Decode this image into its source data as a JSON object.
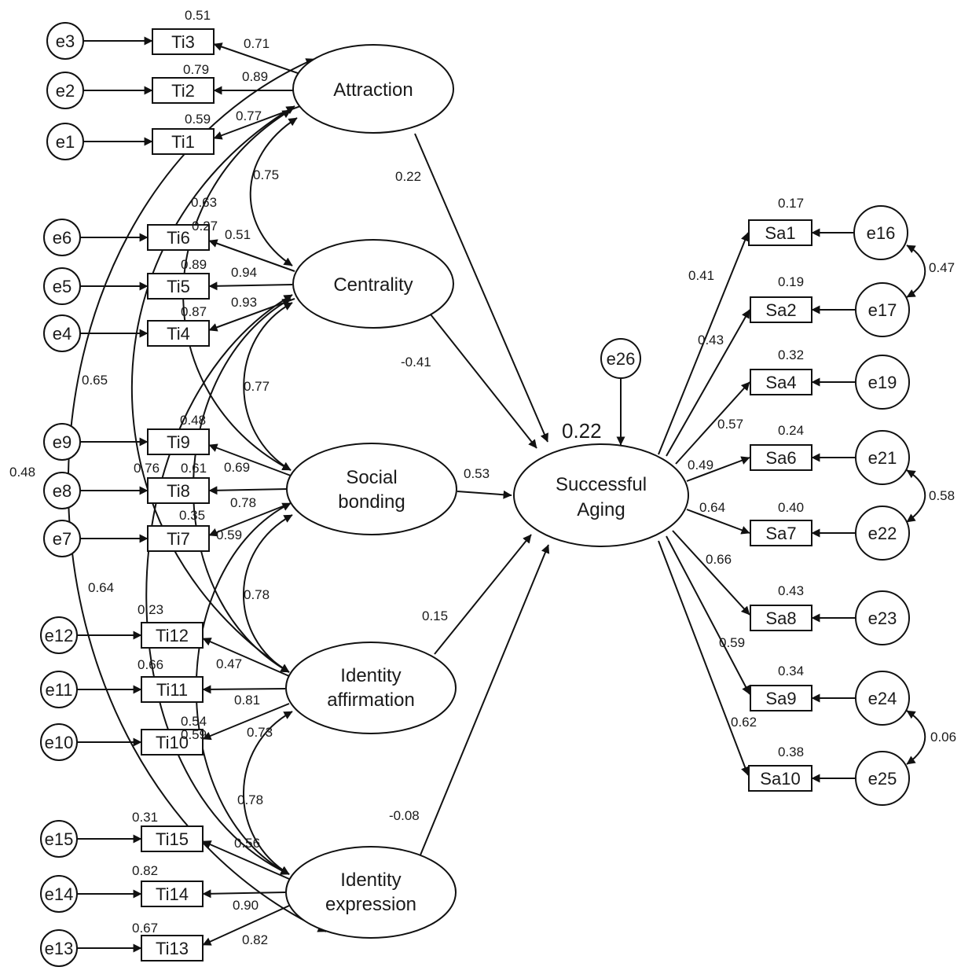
{
  "latents": {
    "attraction": [
      "Attraction"
    ],
    "centrality": [
      "Centrality"
    ],
    "social": [
      "Social",
      "bonding"
    ],
    "affirmation": [
      "Identity",
      "affirmation"
    ],
    "expression": [
      "Identity",
      "expression"
    ],
    "aging": [
      "Successful",
      "Aging"
    ]
  },
  "indicators": {
    "Ti3": "Ti3",
    "Ti2": "Ti2",
    "Ti1": "Ti1",
    "Ti6": "Ti6",
    "Ti5": "Ti5",
    "Ti4": "Ti4",
    "Ti9": "Ti9",
    "Ti8": "Ti8",
    "Ti7": "Ti7",
    "Ti12": "Ti12",
    "Ti11": "Ti11",
    "Ti10": "Ti10",
    "Ti15": "Ti15",
    "Ti14": "Ti14",
    "Ti13": "Ti13",
    "Sa1": "Sa1",
    "Sa2": "Sa2",
    "Sa4": "Sa4",
    "Sa6": "Sa6",
    "Sa7": "Sa7",
    "Sa8": "Sa8",
    "Sa9": "Sa9",
    "Sa10": "Sa10"
  },
  "errors": {
    "e3": "e3",
    "e2": "e2",
    "e1": "e1",
    "e6": "e6",
    "e5": "e5",
    "e4": "e4",
    "e9": "e9",
    "e8": "e8",
    "e7": "e7",
    "e12": "e12",
    "e11": "e11",
    "e10": "e10",
    "e15": "e15",
    "e14": "e14",
    "e13": "e13",
    "e16": "e16",
    "e17": "e17",
    "e19": "e19",
    "e21": "e21",
    "e22": "e22",
    "e23": "e23",
    "e24": "e24",
    "e25": "e25",
    "e26": "e26"
  },
  "r_squared": {
    "Ti3": "0.51",
    "Ti2": "0.79",
    "Ti1": "0.59",
    "Ti6": "0.27",
    "Ti5": "0.89",
    "Ti4": "0.87",
    "Ti9": "0.48",
    "Ti8": "0.61",
    "Ti7": "0.35",
    "Ti12": "0.23",
    "Ti11": "0.66",
    "Ti10": "0.54",
    "Ti15": "0.31",
    "Ti14": "0.82",
    "Ti13": "0.67",
    "Sa1": "0.17",
    "Sa2": "0.19",
    "Sa4": "0.32",
    "Sa6": "0.24",
    "Sa7": "0.40",
    "Sa8": "0.43",
    "Sa9": "0.34",
    "Sa10": "0.38",
    "aging": "0.22"
  },
  "loadings": {
    "Ti3": "0.71",
    "Ti2": "0.89",
    "Ti1": "0.77",
    "Ti6": "0.51",
    "Ti5": "0.94",
    "Ti4": "0.93",
    "Ti9": "0.69",
    "Ti8": "0.78",
    "Ti7": "0.59",
    "Ti12": "0.47",
    "Ti11": "0.81",
    "Ti10": "0.73",
    "Ti15": "0.56",
    "Ti14": "0.90",
    "Ti13": "0.82",
    "Sa1": "0.41",
    "Sa2": "0.43",
    "Sa4": "0.57",
    "Sa6": "0.49",
    "Sa7": "0.64",
    "Sa8": "0.66",
    "Sa9": "0.59",
    "Sa10": "0.62"
  },
  "paths": {
    "attraction": "0.22",
    "centrality": "-0.41",
    "social": "0.53",
    "affirmation": "0.15",
    "expression": "-0.08"
  },
  "correlations": {
    "att_cen": "0.75",
    "att_soc": "0.63",
    "att_aff": "0.65",
    "att_exp": "0.48",
    "cen_soc": "0.77",
    "cen_aff": "0.76",
    "cen_exp": "0.64",
    "soc_aff": "0.78",
    "soc_exp": "0.59",
    "aff_exp": "0.78",
    "e16_e17": "0.47",
    "e21_e22": "0.58",
    "e24_e25": "0.06"
  },
  "colors": {
    "stroke": "#111111",
    "background": "#ffffff",
    "text": "#1a1a1a"
  }
}
